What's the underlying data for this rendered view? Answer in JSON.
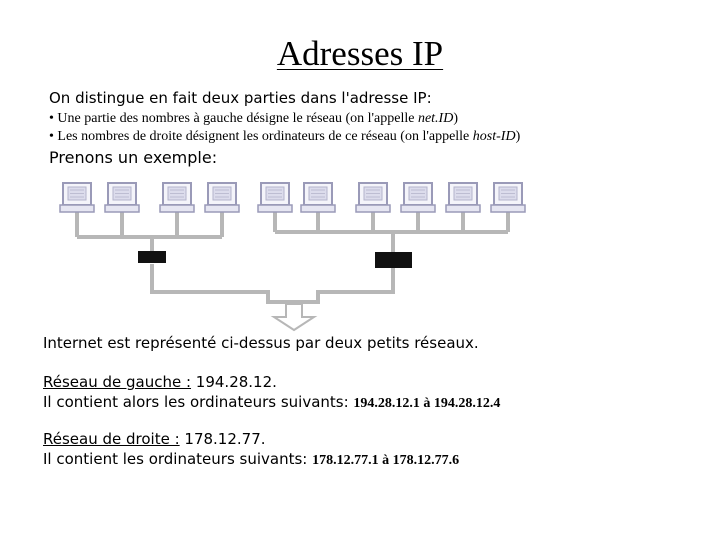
{
  "title": "Adresses IP",
  "intro": "On distingue en fait deux parties dans l'adresse IP:",
  "bullets": {
    "b1_text": "• Une partie des nombres à gauche désigne le réseau (on l'appelle ",
    "b1_term": "net.ID",
    "b1_end": ")",
    "b2_text": "• Les nombres de droite désignent les ordinateurs de ce réseau (on l'appelle ",
    "b2_term": "host-ID",
    "b2_end": ")"
  },
  "example_label": "Prenons un exemple:",
  "diagram": {
    "left_network_computers": 4,
    "right_network_computers": 6,
    "computer_icon": "computer-icon",
    "hub_icon": "hub-icon",
    "internet_arrow_icon": "down-arrow-icon"
  },
  "summary": "Internet est représenté ci-dessus par deux petits réseaux.",
  "left_network": {
    "label": "Réseau de gauche :",
    "address": " 194.28.12.",
    "contains_text": "Il contient alors les ordinateurs suivants: ",
    "range": "194.28.12.1 à 194.28.12.4"
  },
  "right_network": {
    "label": "Réseau de droite :",
    "address": " 178.12.77.",
    "contains_text": "Il contient les ordinateurs suivants: ",
    "range": "178.12.77.1 à 178.12.77.6"
  }
}
